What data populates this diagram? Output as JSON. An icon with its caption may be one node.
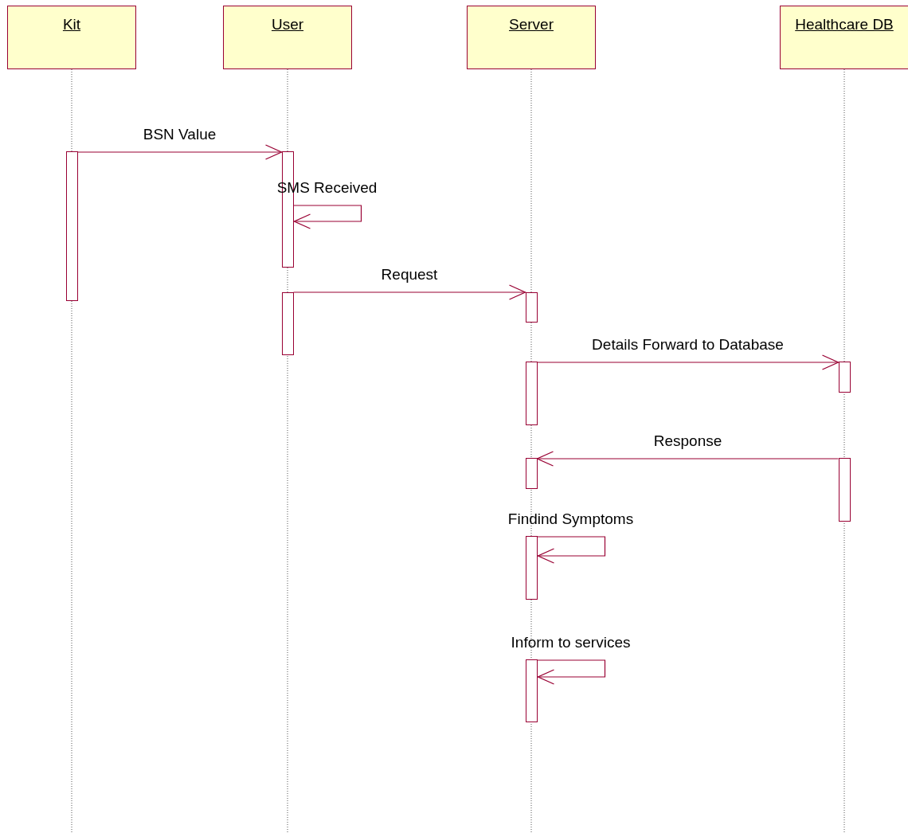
{
  "diagram": {
    "nodes": [
      {
        "text": [
          "Kit"
        ]
      },
      {
        "text": [
          "User"
        ]
      },
      {
        "text": [
          "Server"
        ]
      },
      {
        "text": [
          "Healthcare DB"
        ]
      },
      {
        "text": [],
        "shape": "bar"
      },
      {
        "text": [],
        "shape": "bar"
      },
      {
        "text": [],
        "shape": "bar"
      },
      {
        "text": [],
        "shape": "bar"
      },
      {
        "text": [],
        "shape": "bar"
      },
      {
        "text": [],
        "shape": "bar"
      },
      {
        "text": [],
        "shape": "bar"
      },
      {
        "text": [],
        "shape": "bar"
      },
      {
        "text": [],
        "shape": "bar"
      },
      {
        "text": [],
        "shape": "bar"
      }
    ],
    "edges": [
      {
        "from": 4,
        "to": 5,
        "arrow": "to",
        "label": "BSN Value"
      },
      {
        "from": 5,
        "to": 5,
        "arrow": "to",
        "label": "SMS Received"
      },
      {
        "from": 6,
        "to": 7,
        "arrow": "to",
        "label": "Request"
      },
      {
        "from": 8,
        "to": 9,
        "arrow": "to",
        "label": "Details Forward to Database"
      },
      {
        "from": 11,
        "to": 10,
        "arrow": "to",
        "label": "Response"
      },
      {
        "from": 12,
        "to": 12,
        "arrow": "to",
        "label": "Findind Symptoms"
      },
      {
        "from": 13,
        "to": 13,
        "arrow": "to",
        "label": "Inform to services"
      }
    ]
  }
}
